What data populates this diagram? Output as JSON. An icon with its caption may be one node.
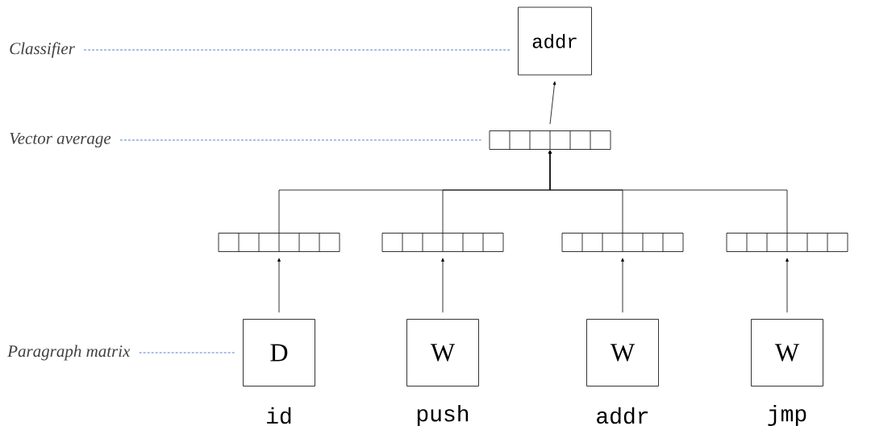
{
  "diagram": {
    "nodes": [
      {
        "text": [
          "addr"
        ]
      },
      {
        "text": [],
        "shape": "bar"
      },
      {
        "text": [],
        "shape": "bar"
      },
      {
        "text": [],
        "shape": "bar"
      },
      {
        "text": [],
        "shape": "bar"
      },
      {
        "text": [],
        "shape": "bar"
      },
      {
        "text": [
          "D"
        ],
        "beside": [
          "id"
        ]
      },
      {
        "text": [
          "W"
        ],
        "beside": [
          "push"
        ]
      },
      {
        "text": [
          "W"
        ],
        "beside": [
          "addr"
        ]
      },
      {
        "text": [
          "W"
        ],
        "beside": [
          "jmp"
        ]
      },
      {
        "text": [
          "Classifier"
        ]
      },
      {
        "text": [
          "Vector average"
        ]
      },
      {
        "text": [
          "Paragraph matrix"
        ]
      }
    ],
    "edges": [
      {
        "from": 6,
        "to": 2,
        "arrow": "to"
      },
      {
        "from": 7,
        "to": 3,
        "arrow": "to"
      },
      {
        "from": 8,
        "to": 4,
        "arrow": "to"
      },
      {
        "from": 9,
        "to": 5,
        "arrow": "to"
      },
      {
        "from": 2,
        "to": 1,
        "arrow": "to"
      },
      {
        "from": 3,
        "to": 1,
        "arrow": "to"
      },
      {
        "from": 4,
        "to": 1,
        "arrow": "to"
      },
      {
        "from": 5,
        "to": 1,
        "arrow": "to"
      },
      {
        "from": 1,
        "to": 0,
        "arrow": "to"
      },
      {
        "from": 10,
        "to": 0,
        "arrow": "none",
        "style": "dashed",
        "color": "#4472c4"
      },
      {
        "from": 11,
        "to": 1,
        "arrow": "none",
        "style": "dashed",
        "color": "#4472c4"
      },
      {
        "from": 12,
        "to": 6,
        "arrow": "none",
        "style": "dashed",
        "color": "#4472c4"
      }
    ]
  }
}
